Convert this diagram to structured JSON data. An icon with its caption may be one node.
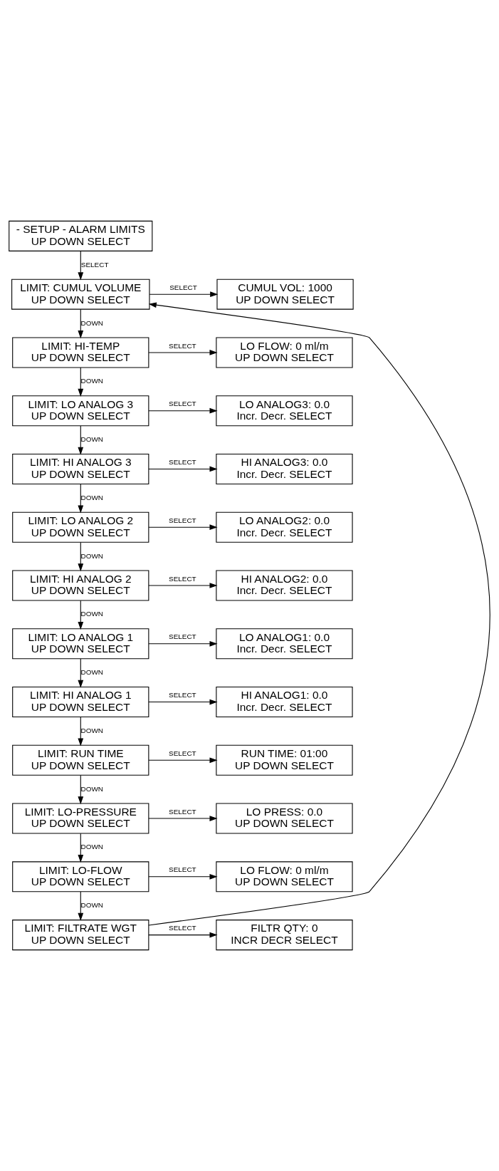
{
  "diagram": {
    "nodes": [
      {
        "text": [
          "- SETUP - ALARM LIMITS",
          "UP DOWN SELECT"
        ]
      },
      {
        "text": [
          "LIMIT: CUMUL VOLUME",
          "UP DOWN SELECT"
        ]
      },
      {
        "text": [
          "CUMUL VOL: 1000",
          "UP DOWN SELECT"
        ]
      },
      {
        "text": [
          "LIMIT: HI-TEMP",
          "UP DOWN SELECT"
        ]
      },
      {
        "text": [
          "LO FLOW: 0 ml/m",
          "UP DOWN SELECT"
        ]
      },
      {
        "text": [
          "LIMIT: LO ANALOG 3",
          "UP DOWN SELECT"
        ]
      },
      {
        "text": [
          "LO ANALOG3: 0.0",
          "Incr. Decr. SELECT"
        ]
      },
      {
        "text": [
          "LIMIT: HI ANALOG 3",
          "UP DOWN SELECT"
        ]
      },
      {
        "text": [
          "HI ANALOG3: 0.0",
          "Incr. Decr. SELECT"
        ]
      },
      {
        "text": [
          "LIMIT: LO ANALOG 2",
          "UP DOWN SELECT"
        ]
      },
      {
        "text": [
          "LO ANALOG2: 0.0",
          "Incr. Decr. SELECT"
        ]
      },
      {
        "text": [
          "LIMIT: HI ANALOG 2",
          "UP DOWN SELECT"
        ]
      },
      {
        "text": [
          "HI ANALOG2: 0.0",
          "Incr. Decr. SELECT"
        ]
      },
      {
        "text": [
          "LIMIT: LO ANALOG 1",
          "UP DOWN SELECT"
        ]
      },
      {
        "text": [
          "LO ANALOG1: 0.0",
          "Incr. Decr. SELECT"
        ]
      },
      {
        "text": [
          "LIMIT: HI ANALOG 1",
          "UP DOWN SELECT"
        ]
      },
      {
        "text": [
          "HI ANALOG1: 0.0",
          "Incr. Decr. SELECT"
        ]
      },
      {
        "text": [
          "LIMIT: RUN TIME",
          "UP DOWN SELECT"
        ]
      },
      {
        "text": [
          "RUN TIME: 01:00",
          "UP DOWN SELECT"
        ]
      },
      {
        "text": [
          "LIMIT: LO-PRESSURE",
          "UP DOWN SELECT"
        ]
      },
      {
        "text": [
          "LO PRESS: 0.0",
          "UP DOWN SELECT"
        ]
      },
      {
        "text": [
          "LIMIT: LO-FLOW",
          "UP DOWN SELECT"
        ]
      },
      {
        "text": [
          "LO FLOW: 0 ml/m",
          "UP DOWN SELECT"
        ]
      },
      {
        "text": [
          "LIMIT: FILTRATE WGT",
          "UP DOWN SELECT"
        ]
      },
      {
        "text": [
          "FILTR QTY: 0",
          "INCR DECR SELECT"
        ]
      }
    ],
    "edges": [
      {
        "from": 0,
        "to": 1,
        "arrow": "to",
        "label": "SELECT"
      },
      {
        "from": 1,
        "to": 2,
        "arrow": "to",
        "label": "SELECT"
      },
      {
        "from": 1,
        "to": 3,
        "arrow": "to",
        "label": "DOWN"
      },
      {
        "from": 3,
        "to": 4,
        "arrow": "to",
        "label": "SELECT"
      },
      {
        "from": 3,
        "to": 5,
        "arrow": "to",
        "label": "DOWN"
      },
      {
        "from": 5,
        "to": 6,
        "arrow": "to",
        "label": "SELECT"
      },
      {
        "from": 5,
        "to": 7,
        "arrow": "to",
        "label": "DOWN"
      },
      {
        "from": 7,
        "to": 8,
        "arrow": "to",
        "label": "SELECT"
      },
      {
        "from": 7,
        "to": 9,
        "arrow": "to",
        "label": "DOWN"
      },
      {
        "from": 9,
        "to": 10,
        "arrow": "to",
        "label": "SELECT"
      },
      {
        "from": 9,
        "to": 11,
        "arrow": "to",
        "label": "DOWN"
      },
      {
        "from": 11,
        "to": 12,
        "arrow": "to",
        "label": "SELECT"
      },
      {
        "from": 11,
        "to": 13,
        "arrow": "to",
        "label": "DOWN"
      },
      {
        "from": 13,
        "to": 14,
        "arrow": "to",
        "label": "SELECT"
      },
      {
        "from": 13,
        "to": 15,
        "arrow": "to",
        "label": "DOWN"
      },
      {
        "from": 15,
        "to": 16,
        "arrow": "to",
        "label": "SELECT"
      },
      {
        "from": 15,
        "to": 17,
        "arrow": "to",
        "label": "DOWN"
      },
      {
        "from": 17,
        "to": 18,
        "arrow": "to",
        "label": "SELECT"
      },
      {
        "from": 17,
        "to": 19,
        "arrow": "to",
        "label": "DOWN"
      },
      {
        "from": 19,
        "to": 20,
        "arrow": "to",
        "label": "SELECT"
      },
      {
        "from": 19,
        "to": 21,
        "arrow": "to",
        "label": "DOWN"
      },
      {
        "from": 21,
        "to": 22,
        "arrow": "to",
        "label": "SELECT"
      },
      {
        "from": 21,
        "to": 23,
        "arrow": "to",
        "label": "DOWN"
      },
      {
        "from": 23,
        "to": 24,
        "arrow": "to",
        "label": "SELECT"
      },
      {
        "from": 23,
        "to": 1,
        "arrow": "to"
      }
    ]
  }
}
